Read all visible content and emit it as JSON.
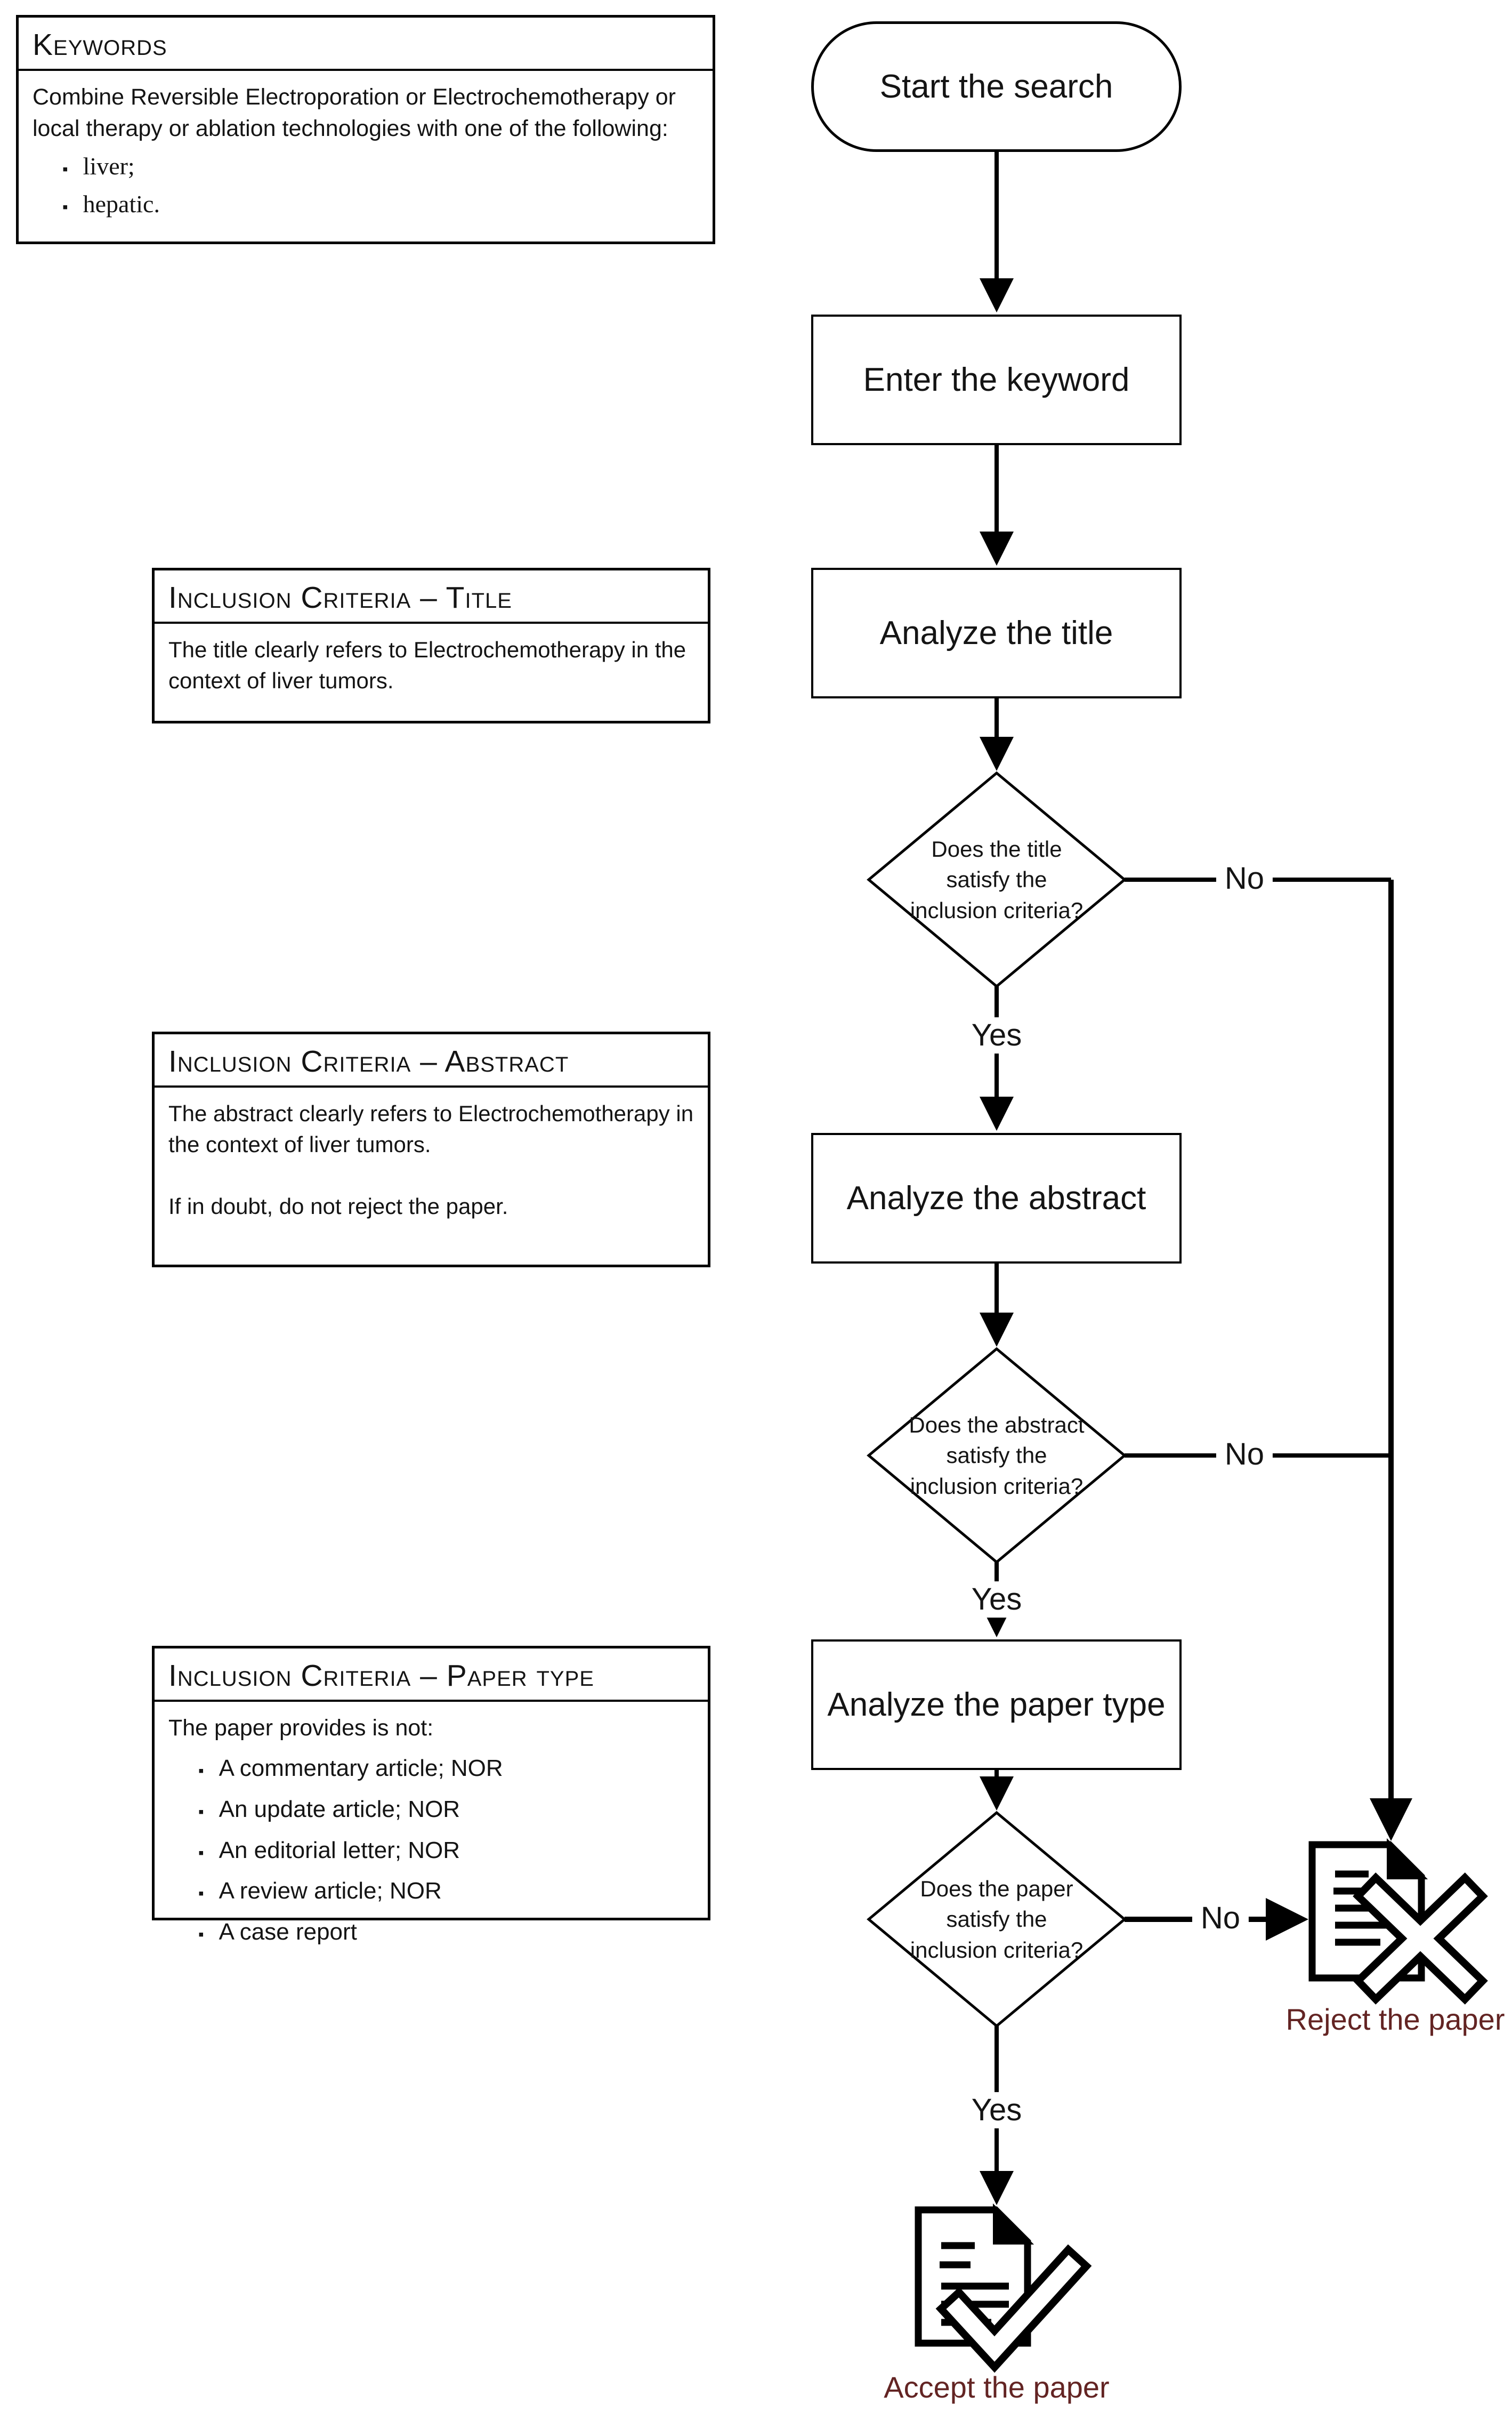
{
  "palette": {
    "line_color": "#000000",
    "outcome_text_color": "#632423",
    "background": "#ffffff"
  },
  "icons": {
    "bullet": "▪"
  },
  "keywords_panel": {
    "header": "Keywords",
    "body": "Combine Reversible Electroporation or Electrochemotherapy or local therapy or ablation technologies with one of the following:",
    "bullets": [
      "liver;",
      "hepatic."
    ]
  },
  "criteria_panels": [
    {
      "header": "Inclusion Criteria – Title",
      "body": "The title clearly refers to Electrochemotherapy in the context of liver tumors."
    },
    {
      "header": "Inclusion Criteria – Abstract",
      "body": "The abstract clearly refers to Electrochemotherapy in the context of liver tumors.",
      "note": "If in doubt, do not reject the paper."
    },
    {
      "header": "Inclusion Criteria – Paper type",
      "intro": "The paper provides is not:",
      "bullets": [
        "A commentary article; NOR",
        "An update article; NOR",
        "An editorial letter; NOR",
        "A review article; NOR",
        "A case report"
      ]
    }
  ],
  "flow": {
    "start": {
      "label": "Start the search"
    },
    "steps": [
      {
        "label": "Enter the keyword"
      },
      {
        "label": "Analyze the title"
      },
      {
        "label": "Analyze the abstract"
      },
      {
        "label": "Analyze the paper type"
      }
    ],
    "decisions": [
      {
        "lines": [
          "Does the title",
          "satisfy the",
          "inclusion criteria?"
        ],
        "yes_label": "Yes",
        "no_label": "No"
      },
      {
        "lines": [
          "Does the abstract",
          "satisfy the",
          "inclusion criteria?"
        ],
        "yes_label": "Yes",
        "no_label": "No"
      },
      {
        "lines": [
          "Does the paper",
          "satisfy the",
          "inclusion criteria?"
        ],
        "yes_label": "Yes",
        "no_label": "No"
      }
    ],
    "outcomes": {
      "reject": {
        "label": "Reject the paper",
        "icon": "document-x-icon"
      },
      "accept": {
        "label": "Accept the paper",
        "icon": "document-check-icon"
      }
    }
  }
}
